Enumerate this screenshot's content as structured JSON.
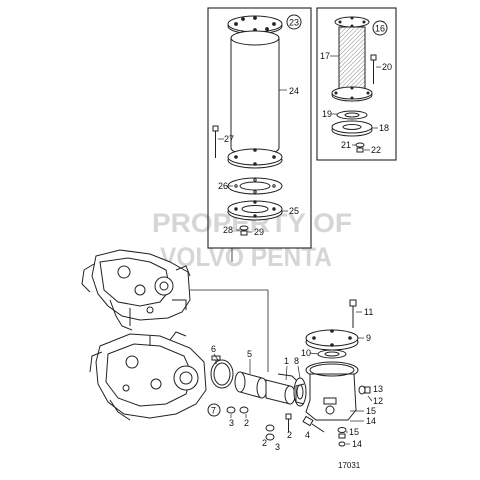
{
  "watermark": {
    "line1": "PROPERTY OF",
    "line2": "VOLVO PENTA"
  },
  "drawing_number": "17031",
  "callouts": {
    "set_a": "23",
    "set_b": "16",
    "set_c": "6",
    "set_d": "7"
  },
  "labels": {
    "p24": "24",
    "p27": "27",
    "p26": "26",
    "p25": "25",
    "p28": "28",
    "p29": "29",
    "p17": "17",
    "p20": "20",
    "p19": "19",
    "p18": "18",
    "p21": "21",
    "p22": "22",
    "p11": "11",
    "p9": "9",
    "p10": "10",
    "p8": "8",
    "p1": "1",
    "p5": "5",
    "p2a": "2",
    "p3a": "3",
    "p2b": "2",
    "p3b": "3",
    "p2c": "2",
    "p4": "4",
    "p13": "13",
    "p12": "12",
    "p15a": "15",
    "p14a": "14",
    "p15b": "15",
    "p14b": "14"
  }
}
